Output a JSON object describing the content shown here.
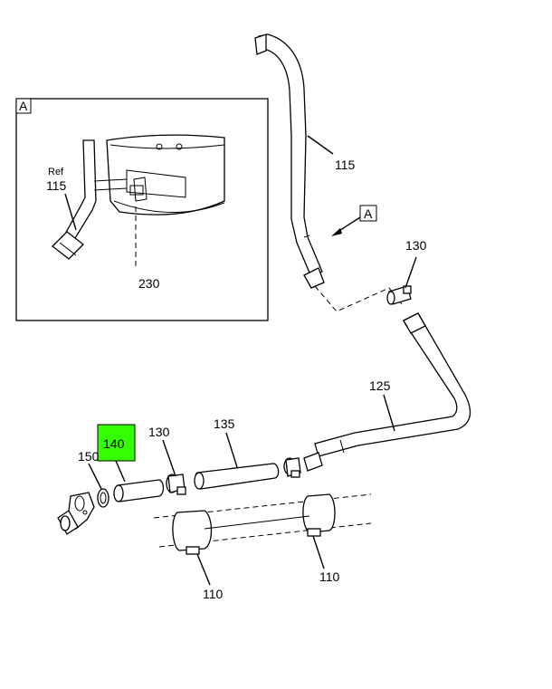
{
  "inset": {
    "view_label": "A",
    "ref_word": "Ref",
    "ref_number": "115",
    "part_230": "230"
  },
  "view_callout": {
    "label": "A"
  },
  "callouts": {
    "p115": "115",
    "p130_top": "130",
    "p125": "125",
    "p135": "135",
    "p130_mid": "130",
    "p140": "140",
    "p150": "150",
    "p110_left": "110",
    "p110_right": "110"
  },
  "colors": {
    "highlight": "#33ff00",
    "line": "#000000"
  }
}
